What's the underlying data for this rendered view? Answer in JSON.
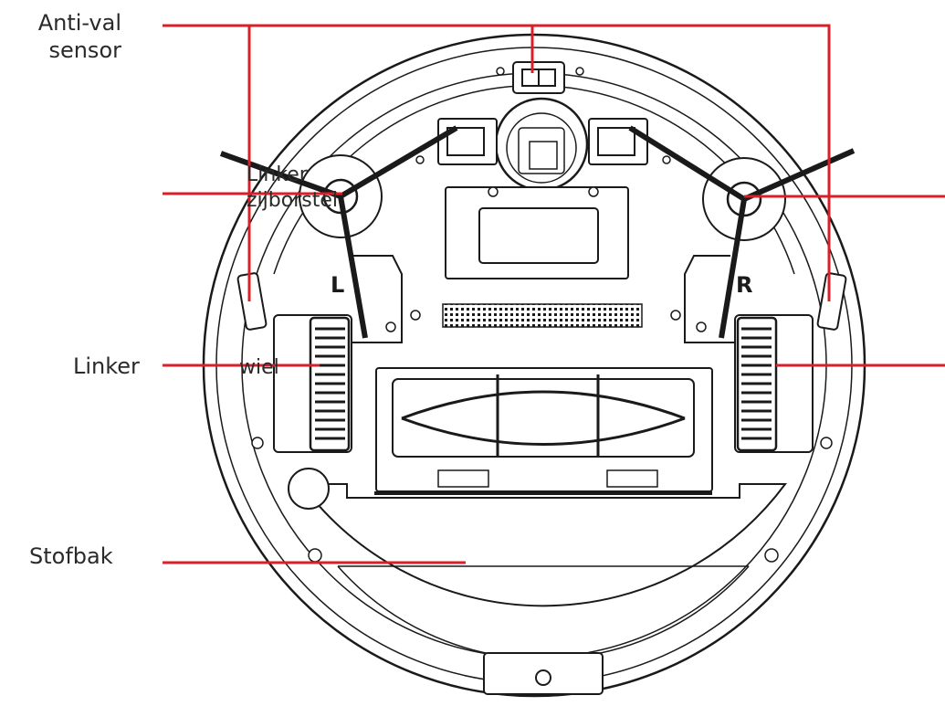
{
  "labels": {
    "anti_val_sensor": "Anti-val\nsensor",
    "linker_zijborstel": "Linker\nzijborstel",
    "linker_wiel": "Linker",
    "linker_wiel_suffix": "wiel",
    "stofbak": "Stofbak",
    "brush_left_mark": "L",
    "brush_right_mark": "R"
  },
  "colors": {
    "callout_line": "#d9202a",
    "outline": "#1a1a1a",
    "text": "#2a2a2a"
  }
}
